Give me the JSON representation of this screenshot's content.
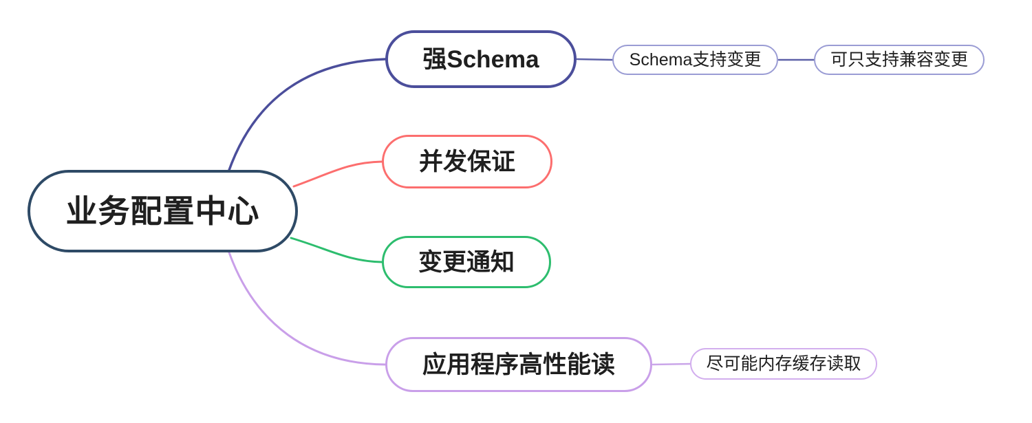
{
  "canvas": {
    "background": "#ffffff",
    "text_color": "#1f1f1f"
  },
  "mindmap": {
    "root": {
      "label": "业务配置中心",
      "color": "#2e4a66"
    },
    "branches": [
      {
        "label": "强Schema",
        "color": "#4b4e9b",
        "link_color": "#4b4e9b",
        "children": [
          {
            "label": "Schema支持变更",
            "color": "#9a9cd4",
            "link_color": "#5d61a8"
          },
          {
            "label": "可只支持兼容变更",
            "color": "#9a9cd4",
            "link_color": "#5d61a8"
          }
        ]
      },
      {
        "label": "并发保证",
        "color": "#fc6e6e",
        "link_color": "#fc6e6e",
        "children": []
      },
      {
        "label": "变更通知",
        "color": "#2dbd6e",
        "link_color": "#2dbd6e",
        "children": []
      },
      {
        "label": "应用程序高性能读",
        "color": "#c99fe9",
        "link_color": "#c99fe9",
        "children": [
          {
            "label": "尽可能内存缓存读取",
            "color": "#d2aeee",
            "link_color": "#caa6e9"
          }
        ]
      }
    ]
  }
}
